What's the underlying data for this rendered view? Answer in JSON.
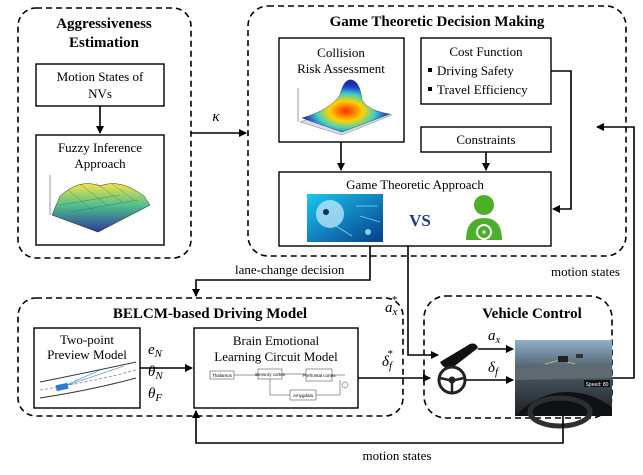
{
  "modules": {
    "aggressiveness": {
      "title_line1": "Aggressiveness",
      "title_line2": "Estimation",
      "motion_states_line1": "Motion States of",
      "motion_states_line2": "NVs",
      "fuzzy_line1": "Fuzzy Inference",
      "fuzzy_line2": "Approach"
    },
    "game": {
      "title": "Game Theoretic Decision Making",
      "collision_line1": "Collision",
      "collision_line2": "Risk Assessment",
      "cost_title": "Cost Function",
      "cost_items": [
        "Driving Safety",
        "Travel Efficiency"
      ],
      "constraints": "Constraints",
      "approach": "Game Theoretic Approach",
      "vs": "VS"
    },
    "belcm": {
      "title": "BELCM-based Driving Model",
      "preview_line1": "Two-point",
      "preview_line2": "Preview Model",
      "belc_line1": "Brain Emotional",
      "belc_line2": "Learning Circuit Model"
    },
    "vehicle": {
      "title": "Vehicle Control"
    }
  },
  "signals": {
    "kappa": "κ",
    "lane_change": "lane-change decision",
    "motion_states_right": "motion states",
    "motion_states_bottom": "motion states",
    "e": "e",
    "e_sub": "N",
    "theta_n": "θ",
    "theta_n_sub": "N",
    "theta_f": "θ",
    "theta_f_sub": "F",
    "ax_star": "a",
    "ax_star_sub": "x",
    "ax_star_sup": "*",
    "delta_star": "δ",
    "delta_star_sub": "f",
    "delta_star_sup": "*",
    "ax": "a",
    "ax_sub": "x",
    "delta": "δ",
    "delta_sub": "f"
  },
  "belc_blocks": [
    "Thalamus",
    "Sensory cortex",
    "Prefrontal cortex",
    "Amygdala"
  ],
  "cockpit_speed": "Speed: 80"
}
